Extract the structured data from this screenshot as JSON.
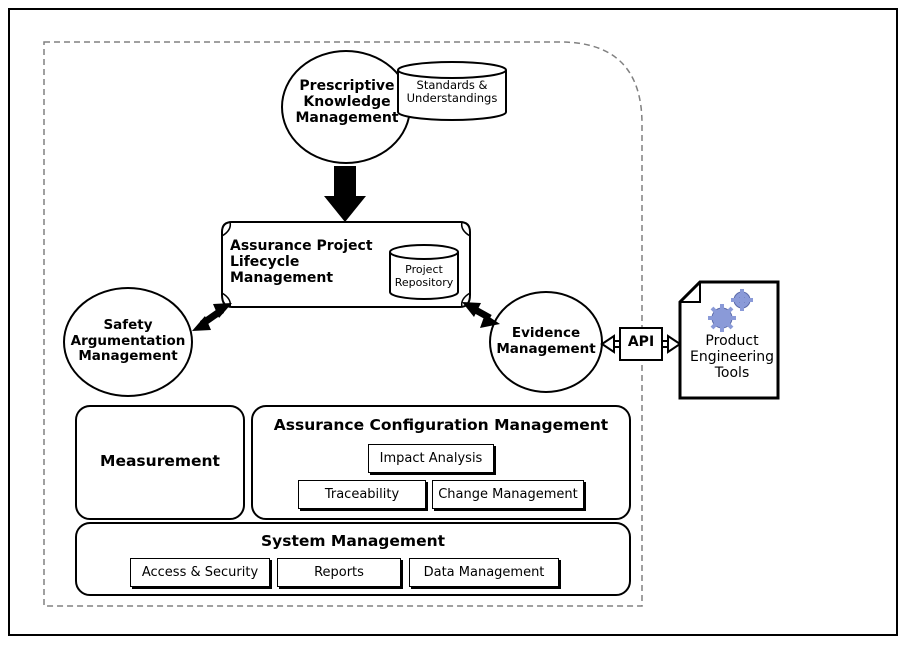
{
  "nodes": {
    "prescriptive": "Prescriptive\nKnowledge\nManagement",
    "standards": "Standards &\nUnderstandings",
    "lifecycle": "Assurance Project\nLifecycle\nManagement",
    "repository": "Project\nRepository",
    "safety": "Safety\nArgumentation\nManagement",
    "evidence": "Evidence\nManagement",
    "api": "API",
    "tools": "Product\nEngineering\nTools",
    "measurement": "Measurement",
    "acm_title": "Assurance Configuration Management",
    "impact": "Impact Analysis",
    "traceability": "Traceability",
    "change": "Change Management",
    "sysmgmt_title": "System Management",
    "access": "Access & Security",
    "reports": "Reports",
    "datamgmt": "Data Management"
  },
  "colors": {
    "stroke": "#000000",
    "dashed_border": "#808080",
    "gear": "#8a9ad8"
  }
}
